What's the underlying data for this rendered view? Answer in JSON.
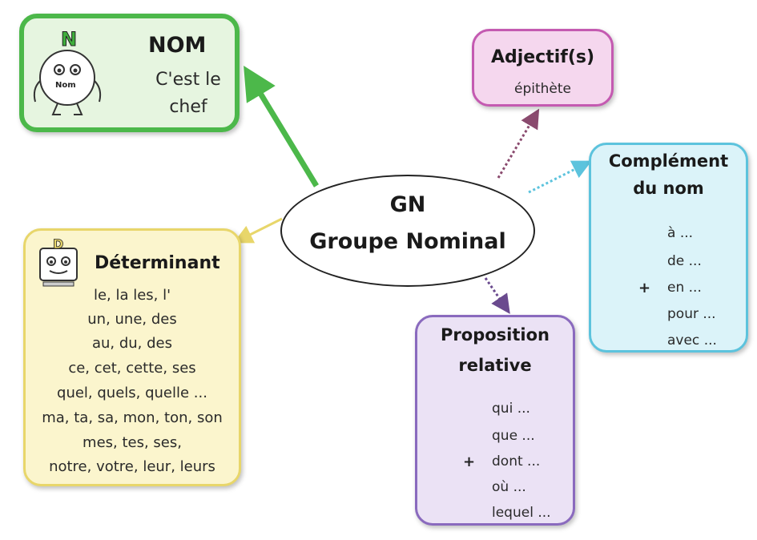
{
  "center": {
    "line1": "GN",
    "line2": "Groupe Nominal"
  },
  "nom": {
    "title": "NOM",
    "line1": "C'est le",
    "line2": "chef",
    "icon_letter": "N",
    "icon_label": "Nom",
    "icon": "nom-mascot-icon"
  },
  "adjectif": {
    "title": "Adjectif(s)",
    "subtitle": "épithète"
  },
  "complement": {
    "title_line1": "Complément",
    "title_line2": "du nom",
    "marker": "+",
    "items": [
      "à ...",
      "de ...",
      "en ...",
      "pour ...",
      "avec ..."
    ]
  },
  "determinant": {
    "title": "Déterminant",
    "icon_letter": "D",
    "icon": "determinant-mascot-icon",
    "lines": [
      "le, la les, l'",
      "un, une, des",
      "au, du, des",
      "ce, cet, cette, ses",
      "quel, quels, quelle ...",
      "ma, ta, sa, mon, ton, son",
      "mes, tes, ses,",
      "notre, votre, leur, leurs"
    ]
  },
  "proposition": {
    "title_line1": "Proposition",
    "title_line2": "relative",
    "marker": "+",
    "items": [
      "qui ...",
      "que ...",
      "dont ...",
      "où ...",
      "lequel ..."
    ]
  },
  "colors": {
    "nom_border": "#4cb84a",
    "adjectif_border": "#c45ab1",
    "complement_border": "#5cc3dd",
    "determinant_border": "#e8d66a",
    "proposition_border": "#8a6abe"
  }
}
